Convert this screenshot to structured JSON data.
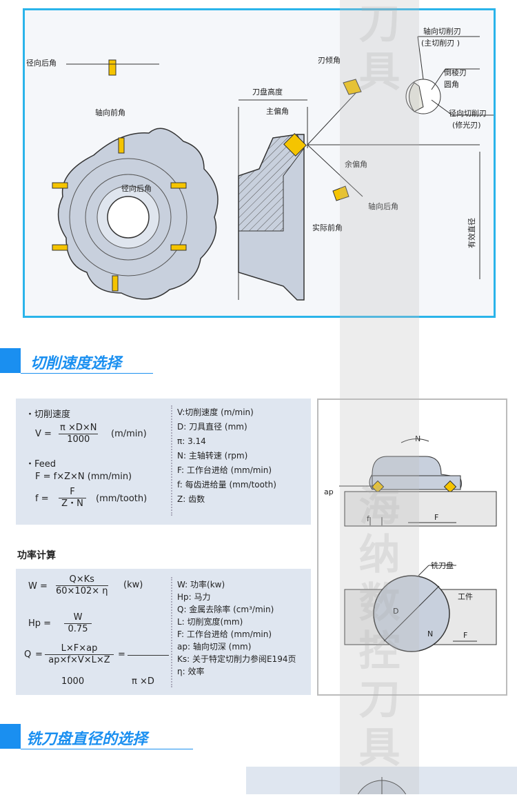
{
  "diagram_top": {
    "labels": {
      "radial_rake_left": "径向后角",
      "axial_rake": "轴向前角",
      "radial_rake_center": "径向后角",
      "cutter_height": "刀盘高度",
      "main_lead": "主偏角",
      "inclination": "刃倾角",
      "axial_edge": "轴向切削刃",
      "main_edge": "(主切削刃 )",
      "chamfer_edge": "倒棱刃",
      "corner": "圆角",
      "radial_edge": "径向切削刃",
      "wiper_edge": "(修光刃)",
      "complement_angle": "余偏角",
      "axial_clearance": "轴向后角",
      "true_rake": "实际前角",
      "effective_diameter": "有效直径"
    }
  },
  "section1": {
    "title": "切削速度选择"
  },
  "speed_box": {
    "heading1": "・切削速度",
    "v_lhs": "V  =",
    "v_num": "π ×D×N",
    "v_den": "1000",
    "v_unit": "(m/min)",
    "heading2": "・Feed",
    "F_eq": "F  =  f×Z×N  (mm/min)",
    "f_lhs": "f   =",
    "f_num": "F",
    "f_den": "Z・N",
    "f_unit": "(mm/tooth)",
    "legend": [
      "V:切削速度 (m/min)",
      "D: 刀具直径 (mm)",
      "π: 3.14",
      "N: 主轴转速 (rpm)",
      "F: 工作台进给 (mm/min)",
      "f: 每齿进给量 (mm/tooth)",
      "Z: 齿数"
    ]
  },
  "power": {
    "title": "功率计算",
    "w_lhs": "W  =",
    "w_num": "Q×Ks",
    "w_den": "60×102× η",
    "w_unit": "(kw)",
    "hp_lhs": "Hp   =",
    "hp_num": "W",
    "hp_den": "0.75",
    "q_lhs": "Q",
    "q_num": "L×F×ap",
    "q_eq": "=",
    "q_eq2": "=",
    "q_den": "ap×f×V×L×Z",
    "q_1000": "1000",
    "q_pid": "π ×D",
    "legend": [
      "W: 功率(kw)",
      "Hp: 马力",
      "Q: 金属去除率 (cm³/min)",
      "L: 切削宽度(mm)",
      "F: 工作台进给 (mm/min)",
      "ap: 轴向切深 (mm)",
      "Ks: 关于特定切削力参阅E194页",
      "η: 效率"
    ]
  },
  "right_diagram": {
    "N": "N",
    "ap": "ap",
    "f": "f",
    "F": "F",
    "cutter": "铣刀盘",
    "workpiece": "工件",
    "D": "D",
    "N2": "N",
    "F2": "F"
  },
  "section2": {
    "title": "铣刀盘直径的选择"
  },
  "watermark": [
    "刀",
    "具",
    "",
    "海",
    "纳",
    "数",
    "控",
    "刀",
    "具"
  ]
}
